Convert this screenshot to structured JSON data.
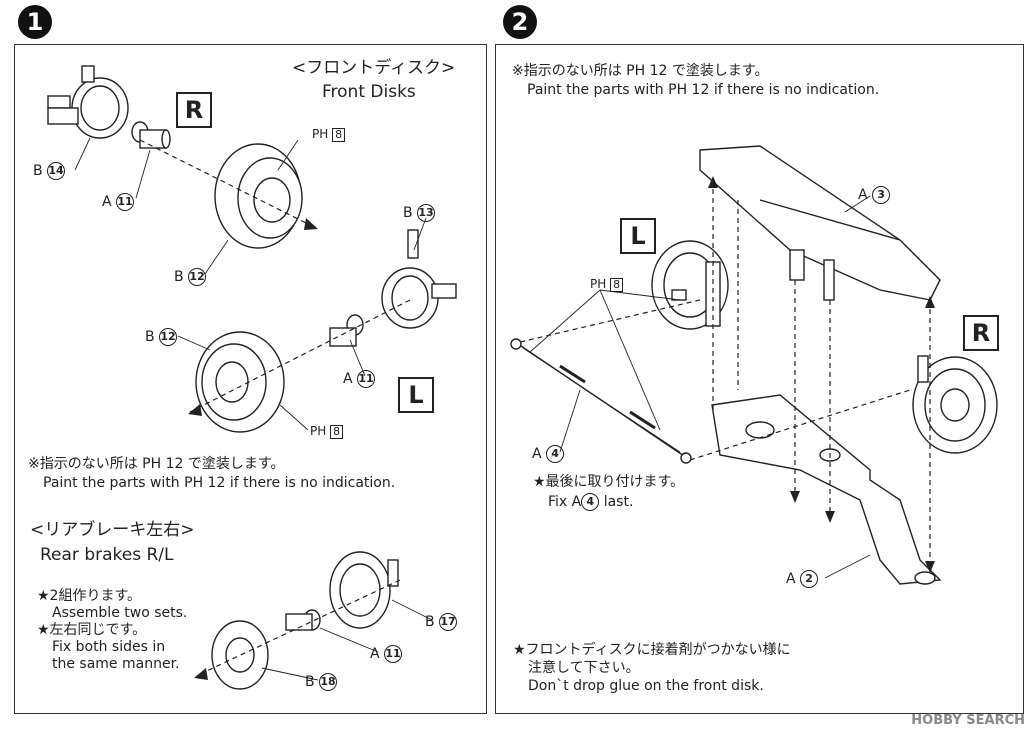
{
  "steps": [
    "1",
    "2"
  ],
  "panel1": {
    "front_title_jp": "<フロントディスク>",
    "front_title_en": "Front Disks",
    "side_r": "R",
    "side_l": "L",
    "parts": {
      "b14": {
        "prefix": "B",
        "num": "14"
      },
      "a11_top": {
        "prefix": "A",
        "num": "11"
      },
      "b12_top": {
        "prefix": "B",
        "num": "12"
      },
      "b13": {
        "prefix": "B",
        "num": "13"
      },
      "b12_bot": {
        "prefix": "B",
        "num": "12"
      },
      "a11_mid": {
        "prefix": "A",
        "num": "11"
      },
      "b17": {
        "prefix": "B",
        "num": "17"
      },
      "a11_bot": {
        "prefix": "A",
        "num": "11"
      },
      "b18": {
        "prefix": "B",
        "num": "18"
      }
    },
    "paint_top": {
      "ph": "PH",
      "num": "8"
    },
    "paint_mid": {
      "ph": "PH",
      "num": "8"
    },
    "note_jp": "※指示のない所は PH 12 で塗装します。",
    "note_en": "Paint the parts with PH 12 if there is no indication.",
    "rear_title_jp": "<リアブレーキ左右>",
    "rear_title_en": "Rear brakes R/L",
    "rear_notes": [
      "★2組作ります。",
      "Assemble two sets.",
      "★左右同じです。",
      "Fix both sides in",
      "the same manner."
    ]
  },
  "panel2": {
    "note_jp": "※指示のない所は PH 12 で塗装します。",
    "note_en": "Paint the parts with PH 12 if there is no indication.",
    "side_l": "L",
    "side_r": "R",
    "paint": {
      "ph": "PH",
      "num": "8"
    },
    "parts": {
      "a3": {
        "prefix": "A",
        "num": "3"
      },
      "a4": {
        "prefix": "A",
        "num": "4"
      },
      "a2": {
        "prefix": "A",
        "num": "2"
      }
    },
    "last_jp": "★最後に取り付けます。",
    "last_en_pre": "Fix A",
    "last_en_num": "4",
    "last_en_post": "last.",
    "glue_jp_1": "★フロントディスクに接着剤がつかない様に",
    "glue_jp_2": "注意して下さい。",
    "glue_en": "Don`t drop glue on the front disk."
  },
  "watermark": "HOBBY SEARCH"
}
